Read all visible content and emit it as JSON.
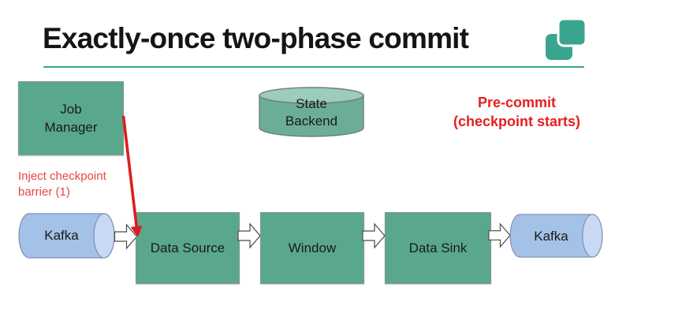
{
  "slide": {
    "title": "Exactly-once two-phase commit",
    "logo_icon": "overlapping-squares-logo",
    "phase_label": {
      "line1": "Pre-commit",
      "line2": "(checkpoint starts)"
    },
    "inject_note": {
      "line1": "Inject checkpoint",
      "line2": "barrier (1)"
    }
  },
  "nodes": {
    "job_manager": {
      "line1": "Job",
      "line2": "Manager"
    },
    "state_backend": {
      "line1": "State",
      "line2": "Backend"
    },
    "kafka_in": {
      "label": "Kafka"
    },
    "data_source": {
      "label": "Data Source"
    },
    "window": {
      "label": "Window"
    },
    "data_sink": {
      "label": "Data Sink"
    },
    "kafka_out": {
      "label": "Kafka"
    }
  },
  "colors": {
    "node_green": "#5AA88C",
    "cylinder_green_body": "#6CAD96",
    "cylinder_green_top": "#9CCCBA",
    "kafka_blue_body": "#A4C1E8",
    "kafka_blue_cap": "#C9D9F3",
    "accent_teal": "#3AA58E",
    "annotation_red": "#E61E1E",
    "arrow_red": "#DD1D1D"
  }
}
